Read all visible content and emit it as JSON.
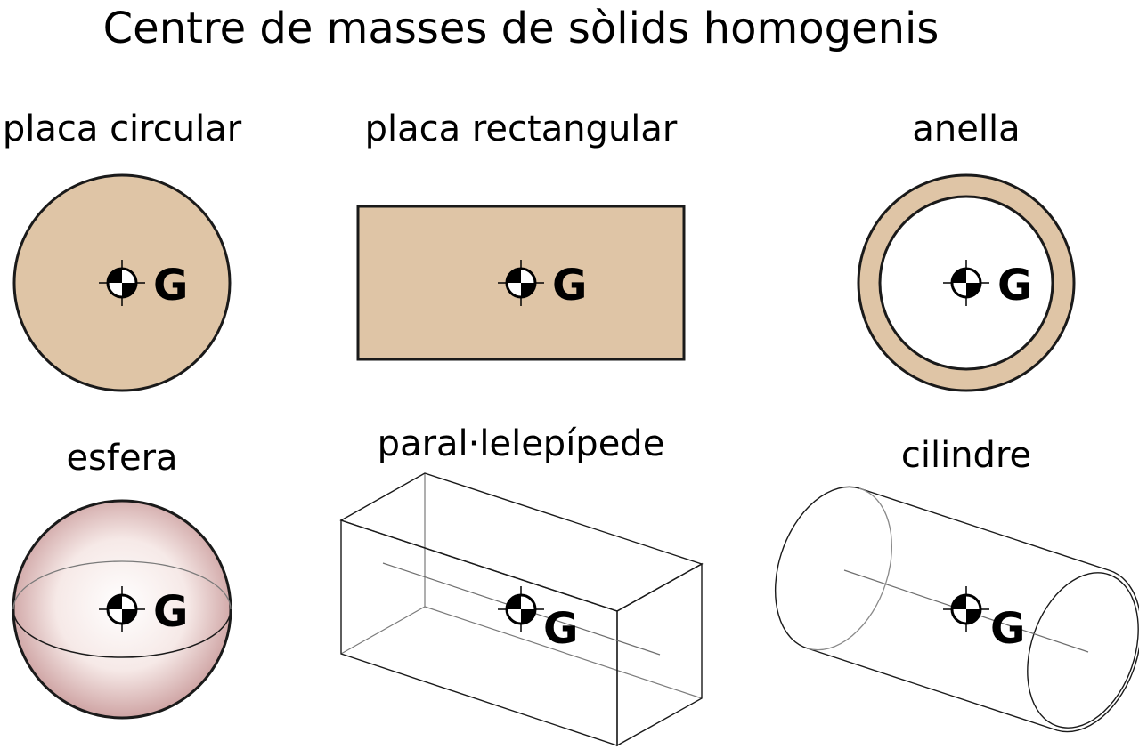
{
  "title": "Centre de masses de sòlids homogenis",
  "centroid_symbol": "G",
  "colors": {
    "plate_fill": "#dfc5a6",
    "outline": "#1a1a1a",
    "sphere_shade": "#c99a9a",
    "box_fill": "#f1e2d3",
    "cylinder_shade": "#a8998b"
  },
  "shapes": [
    {
      "label": "placa circular"
    },
    {
      "label": "placa rectangular"
    },
    {
      "label": "anella"
    },
    {
      "label": "esfera"
    },
    {
      "label": "paral·lelepípede"
    },
    {
      "label": "cilindre"
    }
  ]
}
